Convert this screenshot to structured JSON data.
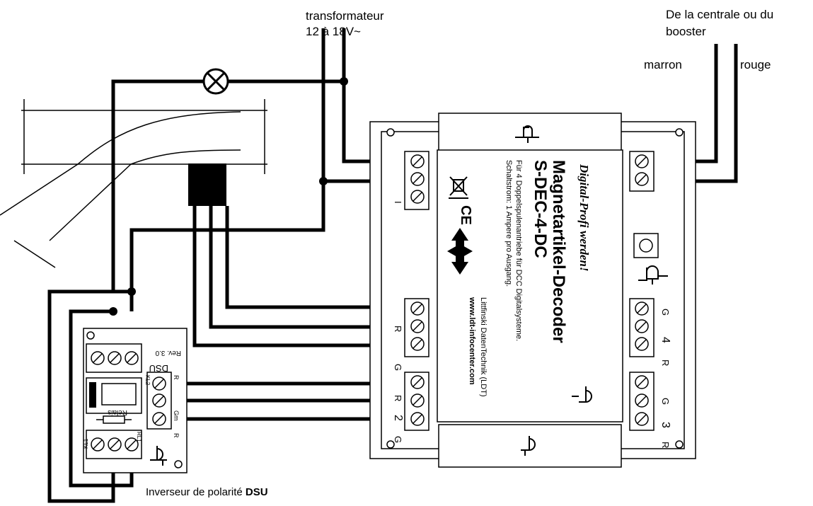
{
  "labels": {
    "transformer_line1": "transformateur",
    "transformer_line2": "12 à 18V~",
    "central_line1": "De la centrale ou du",
    "central_line2": "booster",
    "wire_brown": "marron",
    "wire_red": "rouge",
    "inverter_caption_prefix": "Inverseur de polarité ",
    "inverter_caption_bold": "DSU"
  },
  "decoder": {
    "slogan": "Digital-Profi werden!",
    "title": "Magnetartikel-Decoder",
    "model": "S-DEC-4-DC",
    "desc_line1": "Für 4 Doppelspulenantriebe für DCC Digitalsysteme.",
    "desc_line2": "Schaltstrom: 1 Ampere pro Ausgang.",
    "maker": "Littfinski DatenTechnik (LDT)",
    "website": "www.ldt-infocenter.com",
    "ce_mark": "CE",
    "left_label_I": "I",
    "left_label_R": "R",
    "left_label_G": "G",
    "left_label_R2": "R",
    "left_label_2": "2",
    "left_label_G2": "G",
    "right_label_G4": "G",
    "right_label_4": "4",
    "right_label_R4": "R",
    "right_label_G3": "G",
    "right_label_3": "3",
    "right_label_R3": "R"
  },
  "dsu": {
    "name": "DSU",
    "revision": "Rev. 3.0",
    "relay_label": "Relais",
    "pin_labels": [
      "R",
      "Gm",
      "R"
    ],
    "terminal_top_label": "KL2",
    "terminal_bottom_label": "KL1",
    "small_ref": "RL1"
  }
}
